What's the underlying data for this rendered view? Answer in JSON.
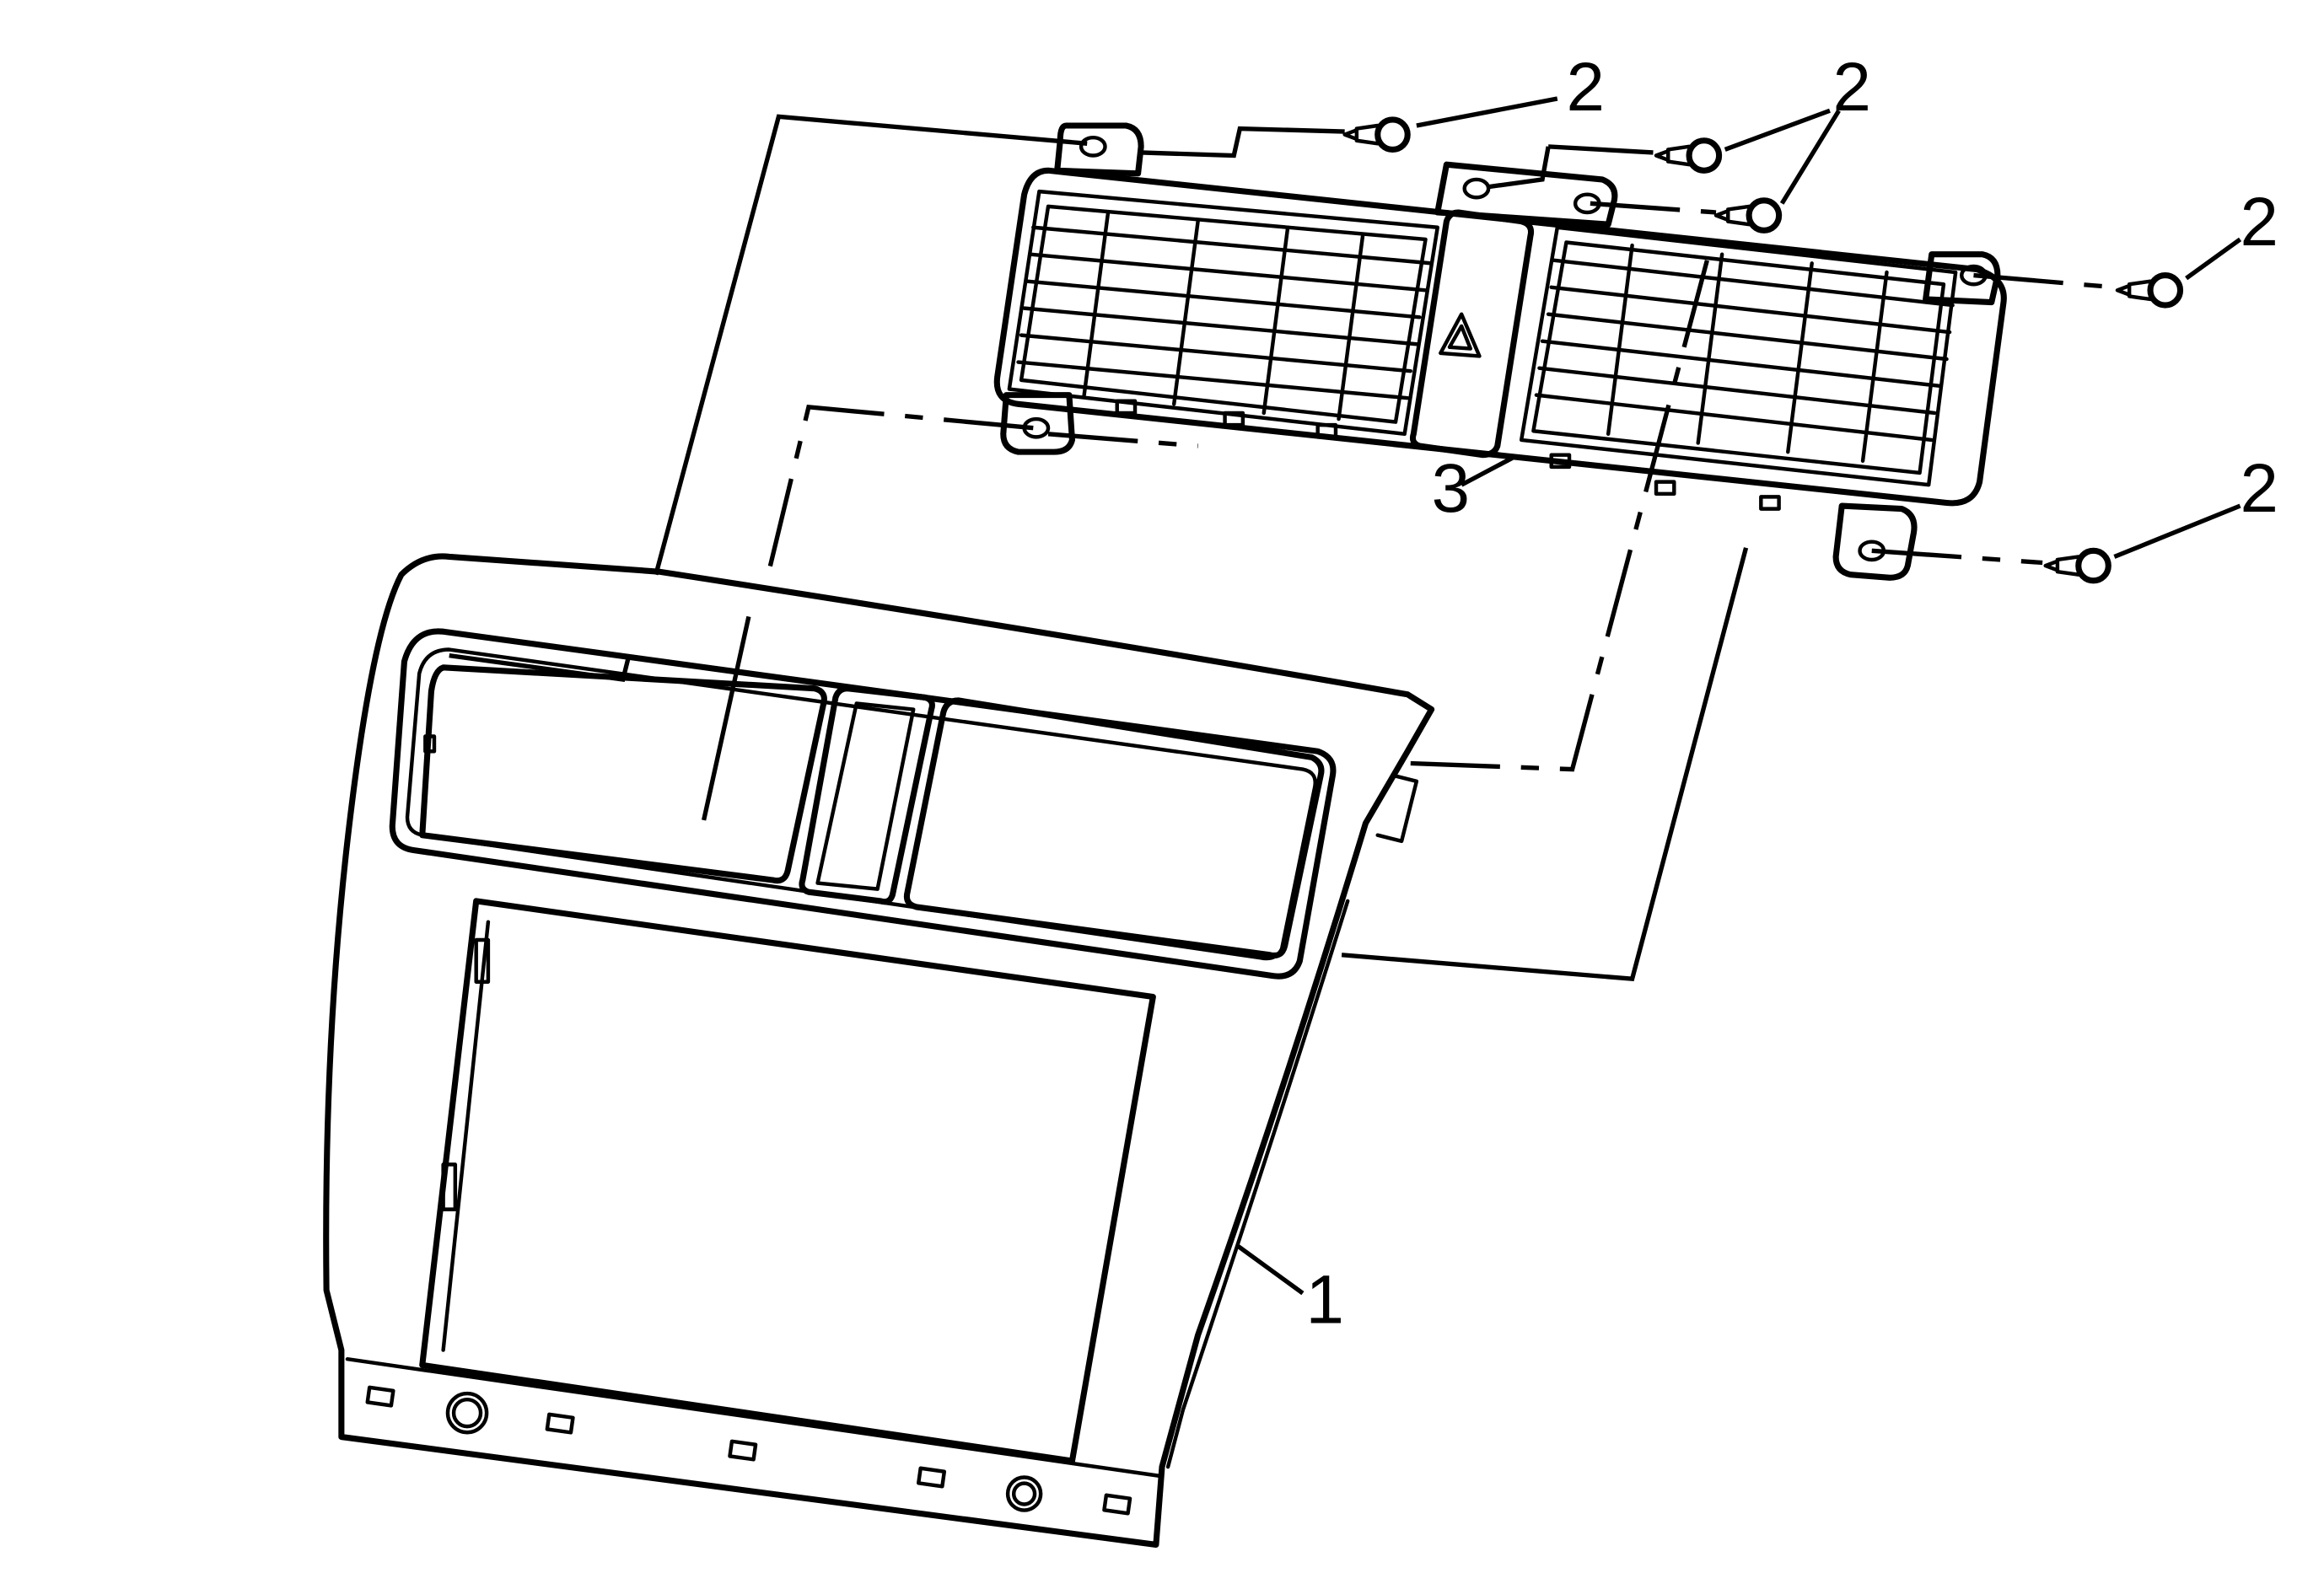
{
  "callouts": [
    {
      "id": "trim-plate",
      "label": "1"
    },
    {
      "id": "fastener-1",
      "label": "2"
    },
    {
      "id": "fastener-2",
      "label": "2"
    },
    {
      "id": "fastener-3",
      "label": "2"
    },
    {
      "id": "fastener-4",
      "label": "2"
    },
    {
      "id": "vent-assembly",
      "label": "3"
    }
  ],
  "hazard_icon": "warning-triangle-icon"
}
